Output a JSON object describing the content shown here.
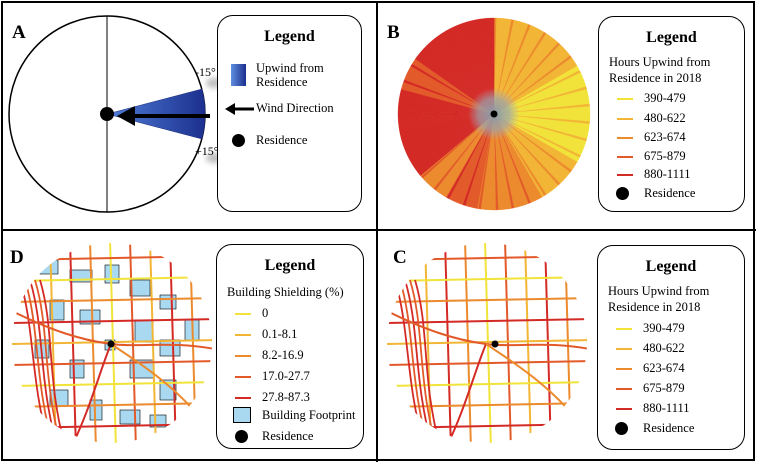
{
  "panels": {
    "A": {
      "label": "A",
      "legend_title": "Legend",
      "upwind_label": "Upwind from Residence",
      "wind_label": "Wind Direction",
      "residence_label": "Residence",
      "angle_minus": "-15°",
      "angle_plus": "+15°"
    },
    "B": {
      "label": "B",
      "legend_title": "Legend",
      "subtitle": "Hours Upwind from Residence in 2018",
      "residence_label": "Residence"
    },
    "C": {
      "label": "C",
      "legend_title": "Legend",
      "subtitle": "Hours Upwind from Residence in 2018",
      "residence_label": "Residence"
    },
    "D": {
      "label": "D",
      "legend_title": "Legend",
      "subtitle": "Building Shielding (%)",
      "footprint_label": "Building Footprint",
      "residence_label": "Residence"
    }
  },
  "hours_classes": [
    {
      "label": "390-479",
      "color": "#f1e33a"
    },
    {
      "label": "480-622",
      "color": "#f2b535"
    },
    {
      "label": "623-674",
      "color": "#ec8a2e"
    },
    {
      "label": "675-879",
      "color": "#e35a2a"
    },
    {
      "label": "880-1111",
      "color": "#d42a26"
    }
  ],
  "shielding_classes": [
    {
      "label": "0",
      "color": "#f1e33a"
    },
    {
      "label": "0.1-8.1",
      "color": "#f2b535"
    },
    {
      "label": "8.2-16.9",
      "color": "#ec8a2e"
    },
    {
      "label": "17.0-27.7",
      "color": "#e35a2a"
    },
    {
      "label": "27.8-87.3",
      "color": "#d42a26"
    }
  ],
  "colors": {
    "upwind": "#2c4aa8",
    "footprint": "#a9d9f0"
  }
}
